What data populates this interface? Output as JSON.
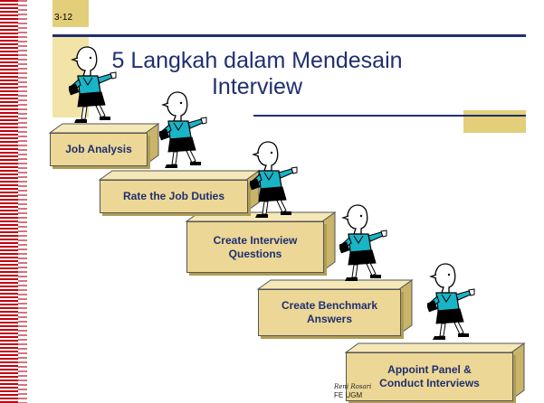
{
  "slide": {
    "number": "3-12"
  },
  "title": {
    "line1": "5 Langkah dalam Mendesain",
    "line2": "Interview"
  },
  "steps": [
    {
      "line1": "Job Analysis",
      "line2": ""
    },
    {
      "line1": "Rate the Job Duties",
      "line2": ""
    },
    {
      "line1": "Create Interview",
      "line2": "Questions"
    },
    {
      "line1": "Create Benchmark",
      "line2": "Answers"
    },
    {
      "line1": "Appoint Panel &",
      "line2": "Conduct Interviews"
    }
  ],
  "footer": {
    "author": "Reni Rosari",
    "org": "FE UGM"
  },
  "colors": {
    "accent": "#1f2f70",
    "box": "#ecd796",
    "gold": "#e3cf79",
    "stripe": "#c00010",
    "figure_shirt": "#19b4c6"
  }
}
